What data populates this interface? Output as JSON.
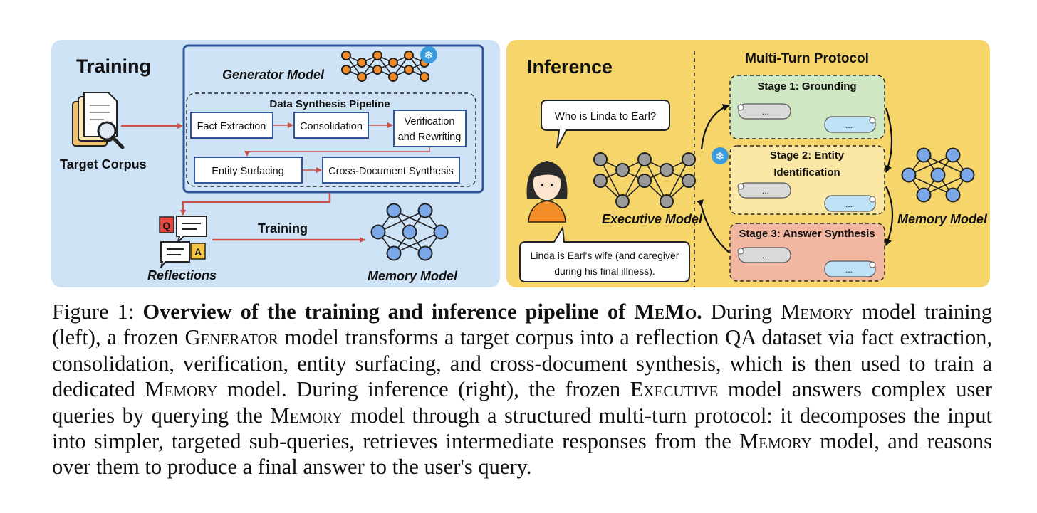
{
  "training": {
    "title": "Training",
    "target_corpus": "Target Corpus",
    "generator_model": "Generator Model",
    "pipeline_title": "Data Synthesis Pipeline",
    "steps": {
      "fact_extraction": "Fact Extraction",
      "consolidation": "Consolidation",
      "verification_line1": "Verification",
      "verification_line2": "and Rewriting",
      "entity_surfacing": "Entity Surfacing",
      "cross_document": "Cross-Document Synthesis"
    },
    "q_letter": "Q",
    "a_letter": "A",
    "reflections": "Reflections",
    "arrow_label": "Training",
    "memory_model": "Memory Model"
  },
  "inference": {
    "title": "Inference",
    "protocol_title": "Multi-Turn Protocol",
    "user_query": "Who is Linda to Earl?",
    "executive_model": "Executive Model",
    "answer_line1": "Linda is Earl's wife (and caregiver",
    "answer_line2": "during his final illness).",
    "stage1": "Stage 1: Grounding",
    "stage2_line1": "Stage 2: Entity",
    "stage2_line2": "Identification",
    "stage3": "Stage 3: Answer Synthesis",
    "ellipsis": "...",
    "memory_model": "Memory Model"
  },
  "caption": {
    "label": "Figure 1:",
    "bold_a": "Overview of the training and inference pipeline of",
    "bold_name": "MeMo.",
    "s1": "During",
    "memory": "Memory",
    "s2": "model training (left), a frozen",
    "generator": "Generator",
    "s3": "model transforms a target corpus into a reflection QA dataset via fact extraction, consolidation, verification, entity surfacing, and cross-document synthesis, which is then used to train a dedicated",
    "s4": "model. During inference (right), the frozen",
    "executive": "Executive",
    "s5": "model answers complex user queries by querying the",
    "s6": "model through a structured multi-turn protocol: it decomposes the input into simpler, targeted sub-queries, retrieves intermediate responses from the",
    "s7": "model, and reasons over them to produce a final answer to the user's query."
  },
  "colors": {
    "training_bg": "#cfe3f7",
    "inference_bg": "#f6d66b",
    "accent_blue": "#2f5597",
    "accent_red": "#c9524a",
    "orange_node": "#f28c28",
    "blue_node": "#7aa7e8",
    "gray_node": "#9a9a9a",
    "stage1_bg": "#cfe8c3",
    "stage2_bg": "#fbe8a6",
    "stage3_bg": "#f2b7a0"
  }
}
